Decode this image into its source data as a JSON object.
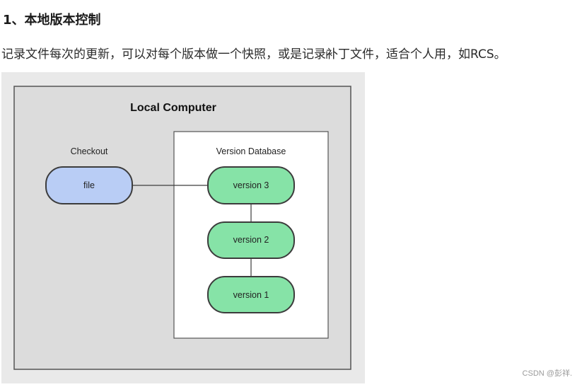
{
  "article": {
    "heading": "1、本地版本控制",
    "paragraph": "记录文件每次的更新，可以对每个版本做一个快照，或是记录补丁文件，适合个人用，如RCS。"
  },
  "diagram": {
    "outer_title": "Local Computer",
    "checkout_label": "Checkout",
    "file_label": "file",
    "database_label": "Version Database",
    "versions": [
      "version 3",
      "version 2",
      "version 1"
    ],
    "colors": {
      "outer_bg": "#dcdcdc",
      "inner_bg": "#ffffff",
      "file_fill": "#b9cdf5",
      "version_fill": "#86e3a7",
      "stroke": "#3c3c3c"
    }
  },
  "watermark": "CSDN @彭祥."
}
